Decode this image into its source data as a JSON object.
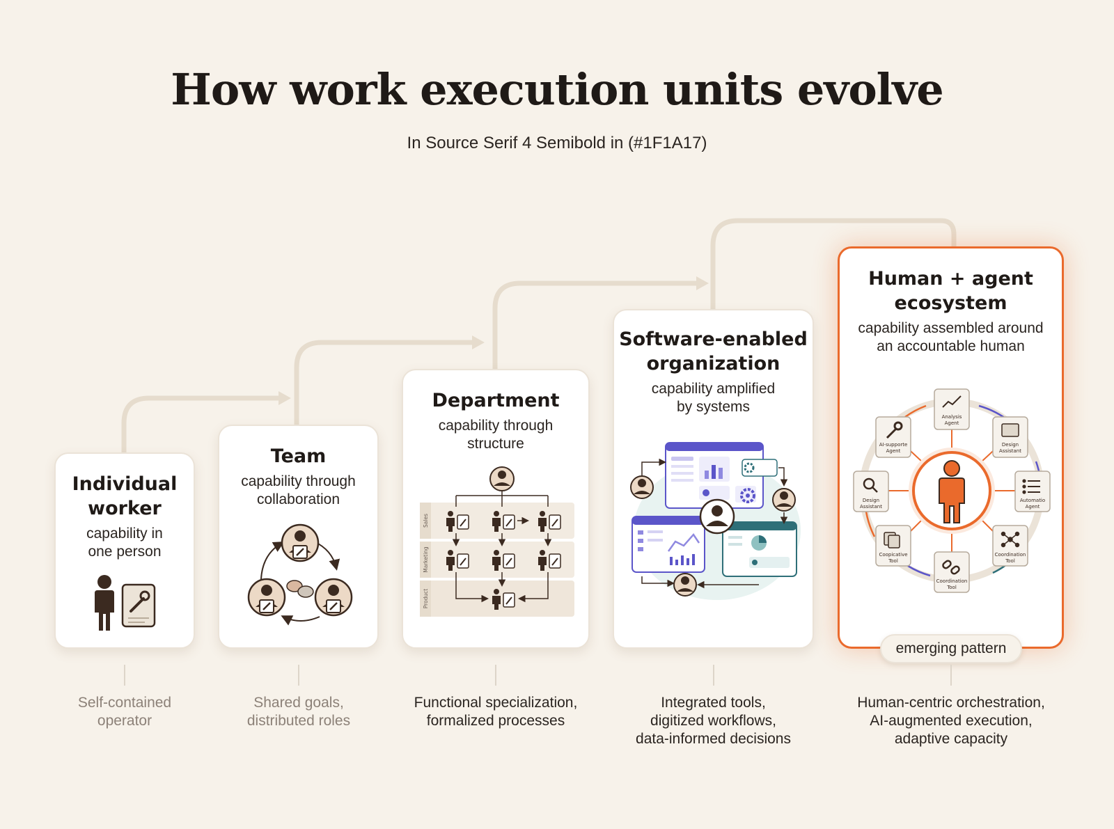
{
  "header": {
    "title": "How work execution units evolve",
    "subtitle": "In Source Serif 4 Semibold in (#1F1A17)"
  },
  "stages": [
    {
      "title_lines": [
        "Individual",
        "worker"
      ],
      "desc_lines": [
        "capability in",
        "one person"
      ],
      "bottom_lines": [
        "Self-contained",
        "operator"
      ]
    },
    {
      "title_lines": [
        "Team"
      ],
      "desc_lines": [
        "capability through",
        "collaboration"
      ],
      "bottom_lines": [
        "Shared goals,",
        "distributed roles"
      ]
    },
    {
      "title_lines": [
        "Department"
      ],
      "desc_lines": [
        "capability through",
        "structure"
      ],
      "bottom_lines": [
        "Functional specialization,",
        "formalized processes"
      ],
      "row_labels": [
        "Sales",
        "Marketing",
        "Product"
      ]
    },
    {
      "title_lines": [
        "Software-enabled",
        "organization"
      ],
      "desc_lines": [
        "capability amplified",
        "by systems"
      ],
      "bottom_lines": [
        "Integrated tools,",
        "digitized workflows,",
        "data-informed decisions"
      ]
    },
    {
      "title_lines": [
        "Human + agent",
        "ecosystem"
      ],
      "desc_lines": [
        "capability assembled around",
        "an accountable human"
      ],
      "bottom_lines": [
        "Human-centric orchestration,",
        "AI-augmented execution,",
        "adaptive capacity"
      ],
      "badge": "emerging pattern",
      "agents": [
        [
          "Analysis",
          "Agent"
        ],
        [
          "Design",
          "Assistant"
        ],
        [
          "Automatio",
          "Agent"
        ],
        [
          "Coordination",
          "Tool"
        ],
        [
          "Coordination",
          "Tool"
        ],
        [
          "Coopicative",
          "Tool"
        ],
        [
          "Design",
          "Assistant"
        ],
        [
          "AI-supporte",
          "Agent"
        ]
      ]
    }
  ],
  "colors": {
    "text": "#1F1A17",
    "accent": "#EA6A2C",
    "connector": "#E6DCCD",
    "system_purple": "#5B55C9",
    "system_teal": "#2E6F78"
  }
}
